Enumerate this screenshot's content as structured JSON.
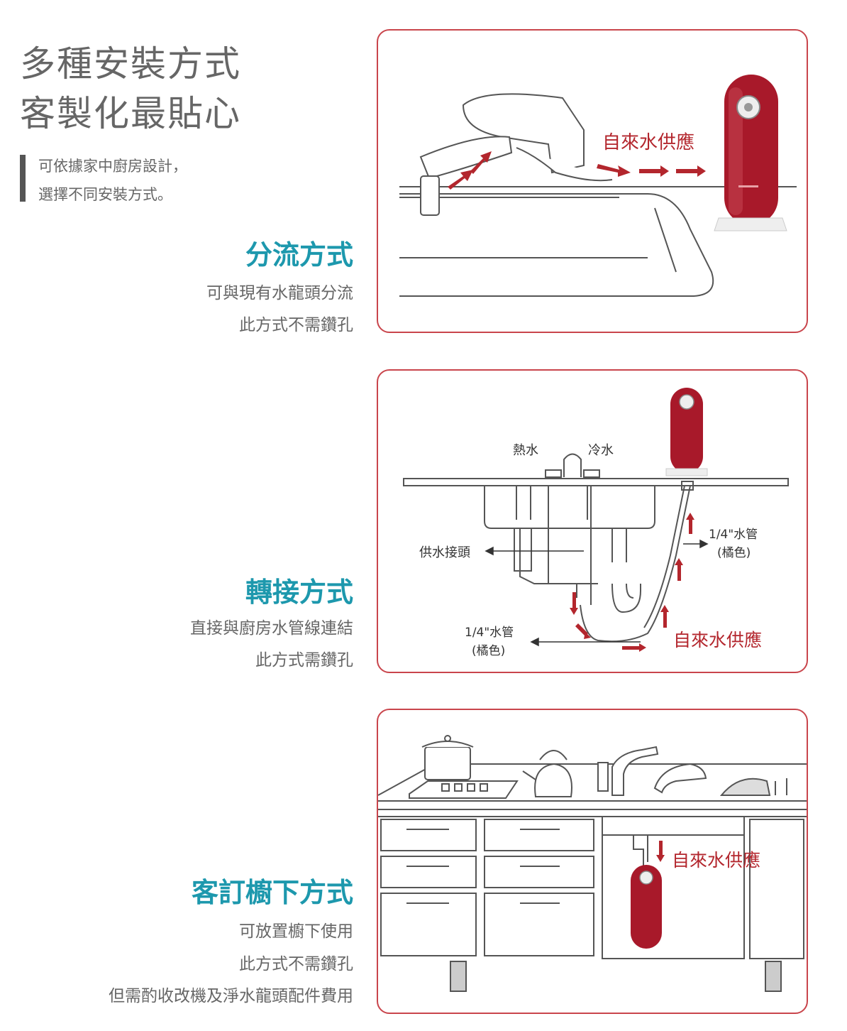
{
  "page": {
    "title_lines": [
      "多種安裝方式",
      "客製化最貼心"
    ],
    "intro_lines": [
      "可依據家中廚房設計，",
      "選擇不同安裝方式。"
    ]
  },
  "sections": [
    {
      "title": "分流方式",
      "lines": [
        "可與現有水龍頭分流",
        "此方式不需鑽孔"
      ],
      "diagram_labels": {
        "supply": "自來水供應"
      }
    },
    {
      "title": "轉接方式",
      "lines": [
        "直接與廚房水管線連結",
        "此方式需鑽孔"
      ],
      "diagram_labels": {
        "hot": "熱水",
        "cold": "冷水",
        "connector": "供水接頭",
        "pipe_right_1": "1/4\"水管",
        "pipe_right_2": "(橘色)",
        "pipe_left_1": "1/4\"水管",
        "pipe_left_2": "(橘色)",
        "supply": "自來水供應"
      }
    },
    {
      "title": "客訂櫥下方式",
      "lines": [
        "可放置櫥下使用",
        "此方式不需鑽孔",
        "但需酌收改機及淨水龍頭配件費用"
      ],
      "diagram_labels": {
        "supply": "自來水供應"
      }
    }
  ],
  "colors": {
    "accent_teal": "#1d98ad",
    "panel_border": "#c9454c",
    "device_red": "#a8192a",
    "arrow_red": "#b3262d"
  }
}
